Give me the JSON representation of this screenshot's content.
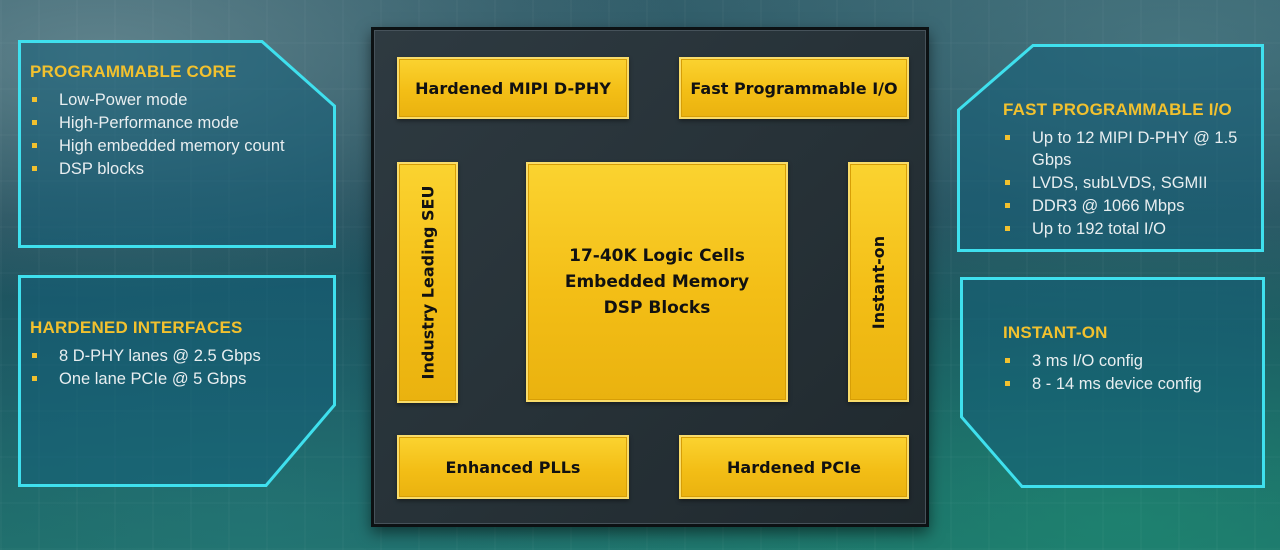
{
  "colors": {
    "accent_yellow": "#f2c12e",
    "panel_border_cyan": "#3fe0ee",
    "chip_body": "#2a353b",
    "block_yellow": "#f6c31c"
  },
  "left_panels": [
    {
      "title": "PROGRAMMABLE CORE",
      "items": [
        "Low-Power mode",
        "High-Performance mode",
        "High embedded memory count",
        "DSP blocks"
      ]
    },
    {
      "title": "HARDENED INTERFACES",
      "items": [
        "8 D-PHY lanes @ 2.5 Gbps",
        "One lane PCIe @ 5 Gbps"
      ]
    }
  ],
  "right_panels": [
    {
      "title": "FAST PROGRAMMABLE I/O",
      "items": [
        "Up to 12 MIPI D-PHY @ 1.5 Gbps",
        "LVDS, subLVDS, SGMII",
        "DDR3 @ 1066 Mbps",
        "Up to 192 total I/O"
      ]
    },
    {
      "title": "INSTANT-ON",
      "items": [
        "3 ms I/O config",
        "8 - 14 ms device config"
      ]
    }
  ],
  "chip": {
    "top_left": "Hardened MIPI D-PHY",
    "top_right": "Fast Programmable I/O",
    "left_vertical": "Industry Leading SEU",
    "core_lines": [
      "17-40K Logic Cells",
      "Embedded Memory",
      "DSP Blocks"
    ],
    "right_vertical": "Instant-on",
    "bottom_left": "Enhanced PLLs",
    "bottom_right": "Hardened PCIe"
  }
}
